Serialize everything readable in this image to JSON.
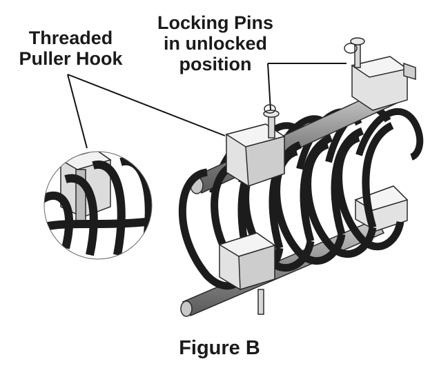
{
  "labels": {
    "hook_line1": "Threaded",
    "hook_line2": "Puller Hook",
    "pins_line1": "Locking Pins",
    "pins_line2": "in unlocked",
    "pins_line3": "position"
  },
  "caption": "Figure B",
  "colors": {
    "coil": "#1c1c1c",
    "rod": "#9a9a9a",
    "bracket": "#e2e2e2",
    "outline": "#2a2a2a",
    "leader": "#111111"
  }
}
